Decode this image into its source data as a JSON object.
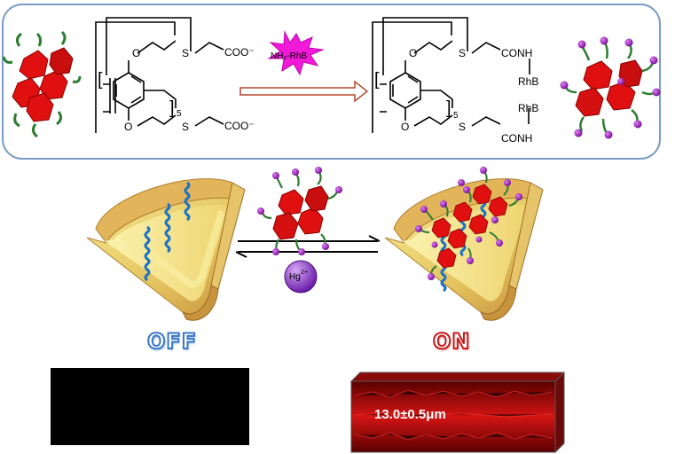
{
  "scheme": {
    "reagent": "NH₂-RhB",
    "ion": "Hg",
    "ion_charge": "2+",
    "repeat_n": "5",
    "group_left": "COO⁻",
    "group_right": "CONH",
    "dye": "RhB",
    "sulfur": "S",
    "oxygen": "O"
  },
  "states": {
    "off": "OFF",
    "on": "ON",
    "on_measure": "13.0±0.5μm"
  },
  "colors": {
    "box_border": "#7a9cc6",
    "macrocycle": "#e01010",
    "chain": "#2e7d32",
    "dye_ball": "#9b1fc0",
    "channel_yellow": "#f3e07a",
    "channel_tan": "#d9a94e",
    "dna_blue": "#1a73c7",
    "off_text": "#3a78c8",
    "on_text": "#c81818"
  }
}
